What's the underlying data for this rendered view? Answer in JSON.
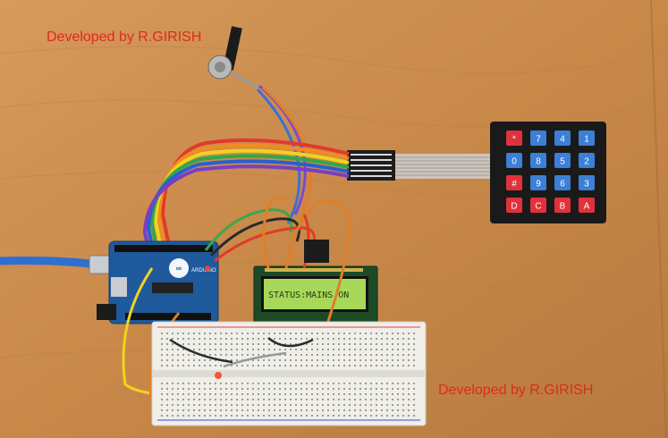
{
  "credits": {
    "top": "Developed by R.GIRISH",
    "bottom": "Developed by R.GIRISH"
  },
  "lcd": {
    "text": "STATUS:MAINS ON",
    "backlight_color": "#a8d85a"
  },
  "keypad": {
    "keys": [
      {
        "label": "*",
        "color": "#e0323c"
      },
      {
        "label": "7",
        "color": "#3c7fd6"
      },
      {
        "label": "4",
        "color": "#3c7fd6"
      },
      {
        "label": "1",
        "color": "#3c7fd6"
      },
      {
        "label": "0",
        "color": "#3c7fd6"
      },
      {
        "label": "8",
        "color": "#3c7fd6"
      },
      {
        "label": "5",
        "color": "#3c7fd6"
      },
      {
        "label": "2",
        "color": "#3c7fd6"
      },
      {
        "label": "#",
        "color": "#e0323c"
      },
      {
        "label": "9",
        "color": "#3c7fd6"
      },
      {
        "label": "6",
        "color": "#3c7fd6"
      },
      {
        "label": "3",
        "color": "#3c7fd6"
      },
      {
        "label": "D",
        "color": "#e0323c"
      },
      {
        "label": "C",
        "color": "#e0323c"
      },
      {
        "label": "B",
        "color": "#e0323c"
      },
      {
        "label": "A",
        "color": "#e0323c"
      }
    ]
  },
  "arduino": {
    "brand_text": "ARDUINO"
  },
  "colors": {
    "wood": "#c98b4e",
    "board": "#1e5a9c",
    "breadboard": "#efeee8",
    "credit_text": "#e02a1c"
  }
}
